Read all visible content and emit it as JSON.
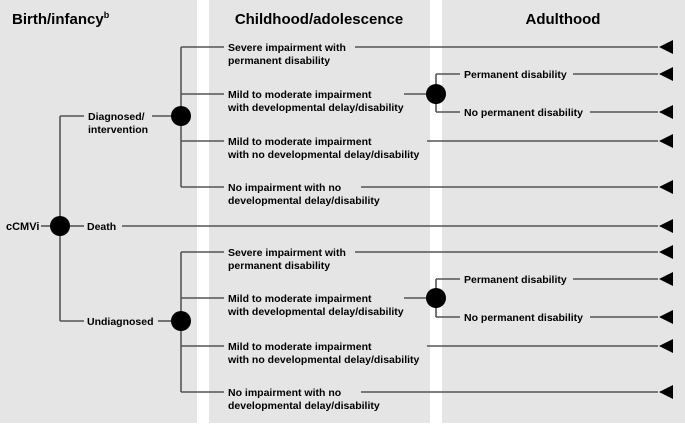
{
  "columns": {
    "birth": "Birth/infancy",
    "birth_sup": "b",
    "childhood": "Childhood/adolescence",
    "adulthood": "Adulthood"
  },
  "root": "cCMVi",
  "branches": {
    "diagnosed_l1": "Diagnosed/",
    "diagnosed_l2": "intervention",
    "death": "Death",
    "undiagnosed": "Undiagnosed"
  },
  "outcomes": {
    "severe_l1": "Severe impairment with",
    "severe_l2": "permanent disability",
    "mild_delay_l1": "Mild to moderate impairment",
    "mild_delay_l2": "with developmental delay/disability",
    "mild_nodelay_l1": "Mild to moderate impairment",
    "mild_nodelay_l2": "with no developmental delay/disability",
    "none_l1": "No impairment with no",
    "none_l2": "developmental delay/disability"
  },
  "adult_outcomes": {
    "permanent": "Permanent disability",
    "no_permanent": "No permanent disability"
  }
}
